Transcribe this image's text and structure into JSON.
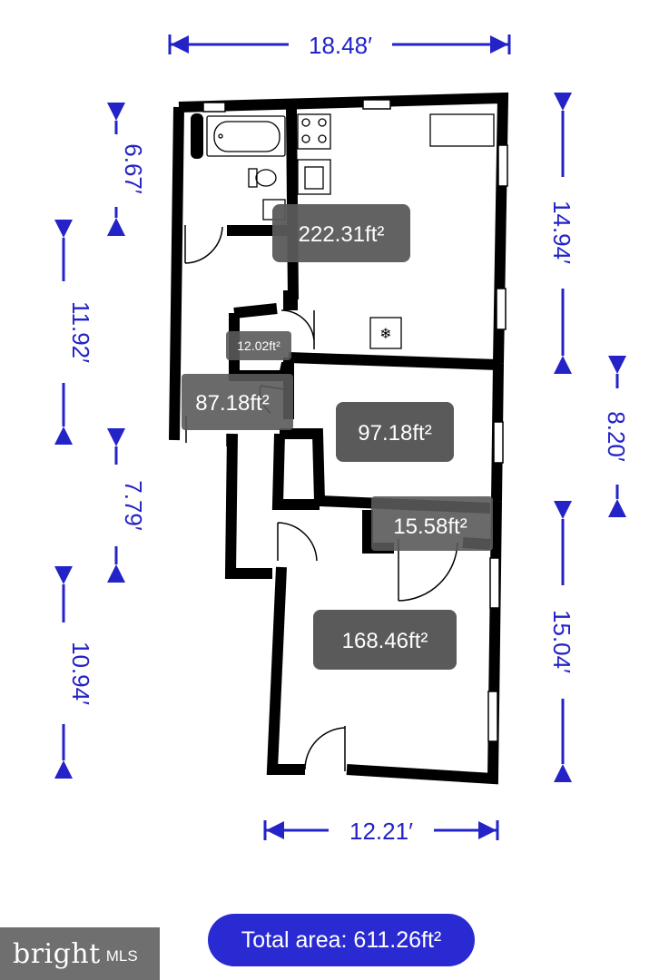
{
  "dimensions": {
    "top_width": "18.48′",
    "bottom_width": "12.21′",
    "left_1": "6.67′",
    "left_2": "11.92′",
    "left_3": "7.79′",
    "left_4": "10.94′",
    "right_1": "14.94′",
    "right_2": "8.20′",
    "right_3": "15.04′"
  },
  "rooms": {
    "main": "222.31ft²",
    "closet_small": "12.02ft²",
    "hall": "87.18ft²",
    "middle": "97.18ft²",
    "closet_right": "15.58ft²",
    "front": "168.46ft²"
  },
  "total_area": "Total area: 611.26ft²",
  "watermark": {
    "brand": "bright",
    "suffix": "MLS"
  },
  "colors": {
    "dimension": "#2323c8",
    "wall": "#000000",
    "room_tag": "#5a5a5a",
    "total_pill": "#2a2ad2"
  }
}
